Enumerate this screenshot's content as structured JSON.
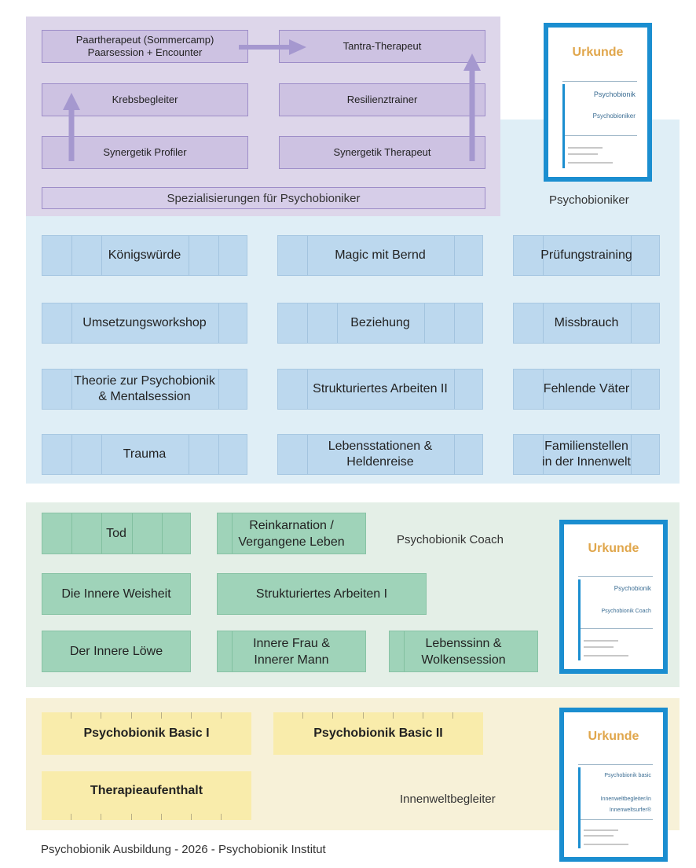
{
  "specializations": {
    "boxes": [
      {
        "text": "Paartherapeut (Sommercamp)\nPaarsession + Encounter"
      },
      {
        "text": "Tantra-Therapeut"
      },
      {
        "text": "Krebsbegleiter"
      },
      {
        "text": "Resilienztrainer"
      },
      {
        "text": "Synergetik Profiler"
      },
      {
        "text": "Synergetik Therapeut"
      }
    ],
    "title": "Spezialisierungen für Psychobioniker"
  },
  "psychobioniker": {
    "label": "Psychobioniker",
    "modules": [
      "Königswürde",
      "Magic mit Bernd",
      "Prüfungstraining",
      "Umsetzungsworkshop",
      "Beziehung",
      "Missbrauch",
      "Theorie zur Psychobionik\n& Mentalsession",
      "Strukturiertes Arbeiten II",
      "Fehlende Väter",
      "Trauma",
      "Lebensstationen &\nHeldenreise",
      "Familienstellen\nin der Innenwelt"
    ]
  },
  "coach": {
    "label": "Psychobionik Coach",
    "modules": [
      "Tod",
      "Reinkarnation /\nVergangene Leben",
      "Die Innere Weisheit",
      "Strukturiertes Arbeiten I",
      "Der Innere Löwe",
      "Innere Frau &\nInnerer Mann",
      "Lebenssinn &\nWolkensession"
    ]
  },
  "begleiter": {
    "label": "Innenweltbegleiter",
    "modules": [
      "Psychobionik Basic I",
      "Psychobionik Basic II",
      "Therapieaufenthalt"
    ]
  },
  "certificates": {
    "title": "Urkunde",
    "brand1": "Psychobionik",
    "grade1": "Psychobioniker",
    "brand2": "Psychobionik",
    "grade2": "Psychobionik Coach",
    "brand3": "Psychobionik basic",
    "grade3a": "Innenweltbegleiter/in",
    "grade3b": "Innenweltsurfer®"
  },
  "footer": "Psychobionik Ausbildung - 2026 - Psychobionik Institut",
  "colors": {
    "purple_section": "#ddd6ea",
    "blue_section": "#dfeef6",
    "green_section": "#e4efe7",
    "yellow_section": "#f7f1d8",
    "certificate_frame": "#1b8ed0",
    "certificate_title": "#e0a64b"
  }
}
